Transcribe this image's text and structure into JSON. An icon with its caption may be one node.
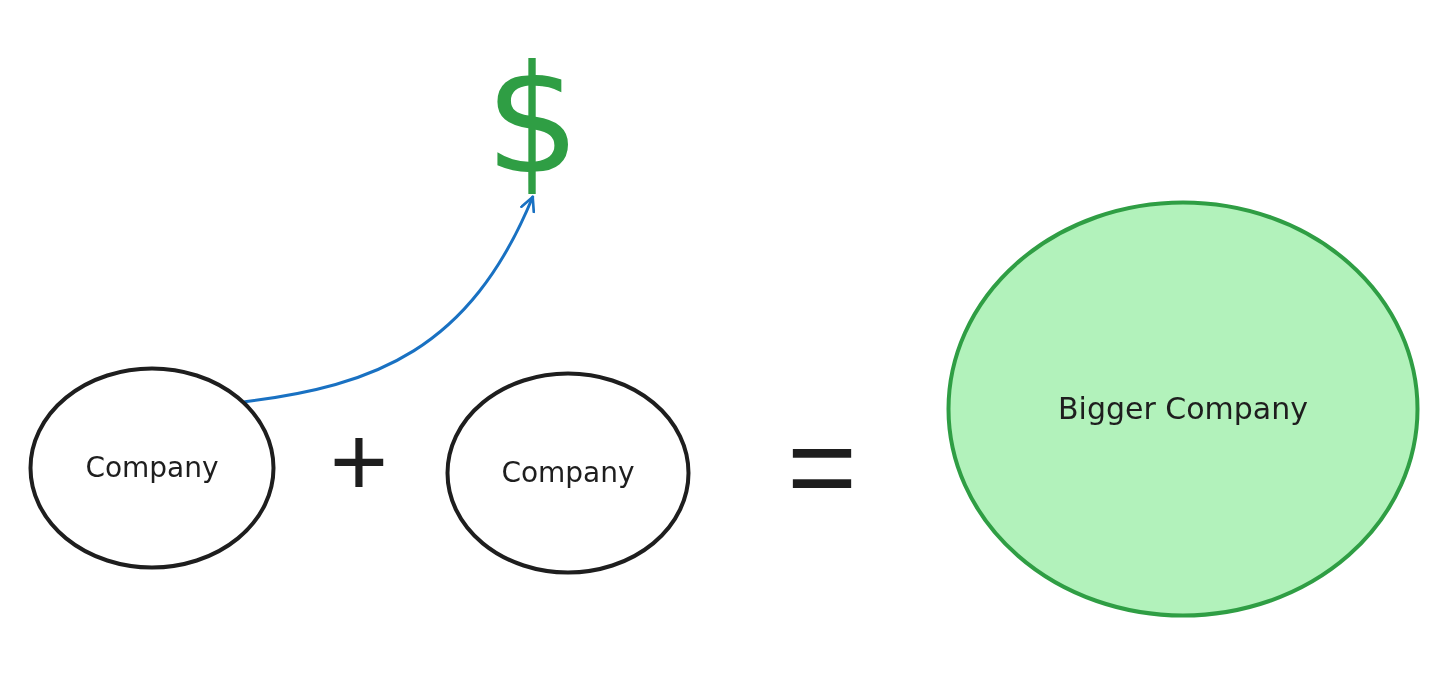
{
  "diagram": {
    "nodes": [
      {
        "text": [
          "Company"
        ]
      },
      {
        "text": [
          "Company"
        ]
      },
      {
        "text": [
          "Bigger Company"
        ]
      },
      {
        "text": [
          "$"
        ]
      }
    ],
    "edges": [
      {
        "from": 0,
        "to": 3,
        "arrow": "to",
        "color": "#1971c2"
      }
    ],
    "labels": [
      "+",
      "="
    ]
  }
}
